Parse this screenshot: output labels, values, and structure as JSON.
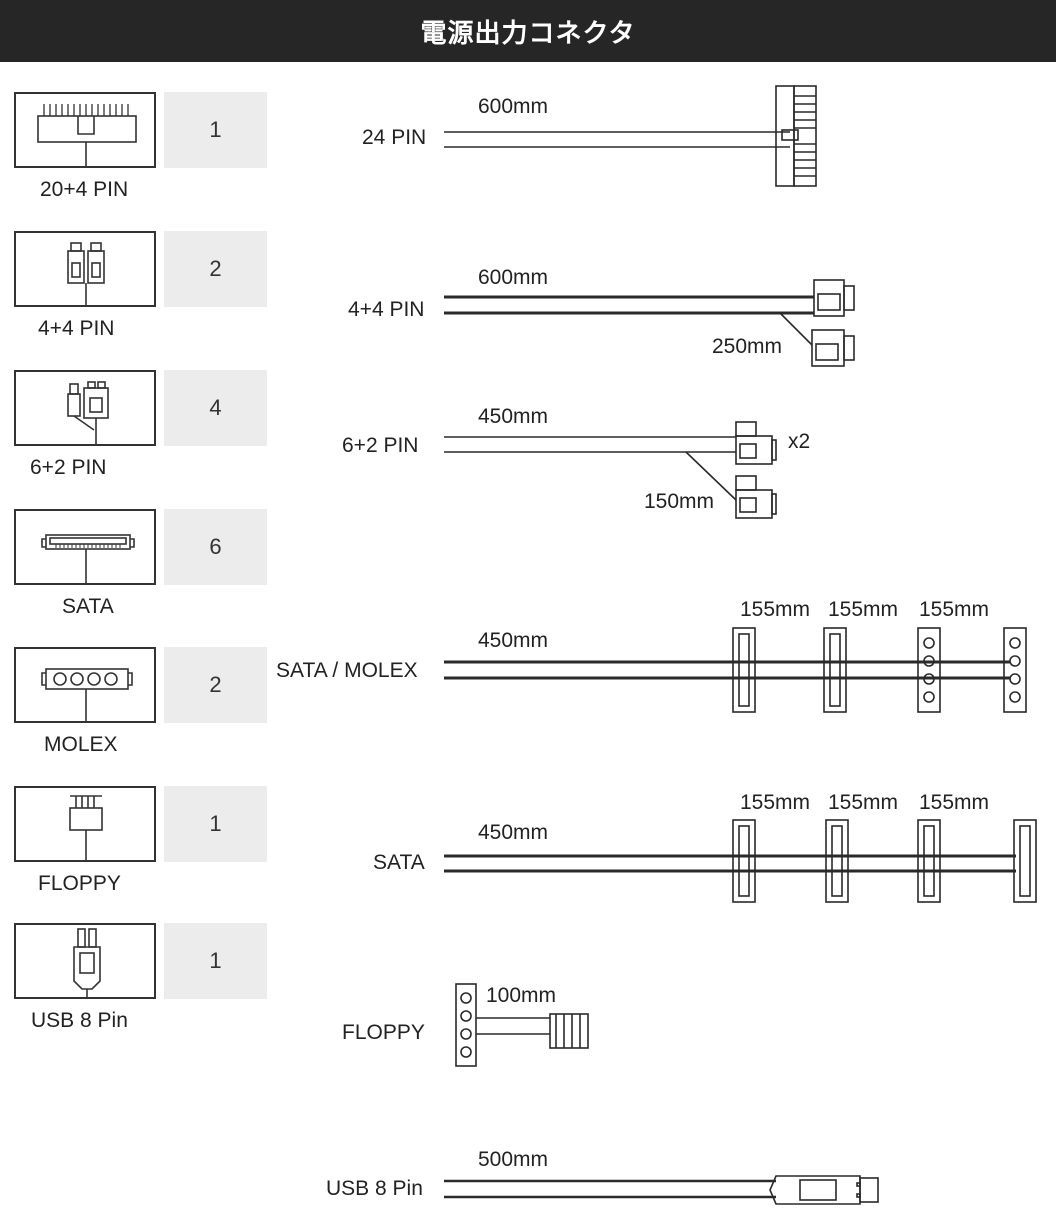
{
  "header": {
    "title": "電源出力コネクタ"
  },
  "connector_rows": [
    {
      "label": "20+4 PIN",
      "count": "1"
    },
    {
      "label": "4+4 PIN",
      "count": "2"
    },
    {
      "label": "6+2 PIN",
      "count": "4"
    },
    {
      "label": "SATA",
      "count": "6"
    },
    {
      "label": "MOLEX",
      "count": "2"
    },
    {
      "label": "FLOPPY",
      "count": "1"
    },
    {
      "label": "USB 8 Pin",
      "count": "1"
    }
  ],
  "cables": [
    {
      "name": "24 PIN",
      "lengths": [
        "600mm"
      ]
    },
    {
      "name": "4+4 PIN",
      "lengths": [
        "600mm",
        "250mm"
      ]
    },
    {
      "name": "6+2 PIN",
      "lengths": [
        "450mm",
        "150mm"
      ],
      "multiplier": "x2"
    },
    {
      "name": "SATA / MOLEX",
      "lengths": [
        "450mm",
        "155mm",
        "155mm",
        "155mm"
      ]
    },
    {
      "name": "SATA",
      "lengths": [
        "450mm",
        "155mm",
        "155mm",
        "155mm"
      ]
    },
    {
      "name": "FLOPPY",
      "lengths": [
        "100mm"
      ]
    },
    {
      "name": "USB 8 Pin",
      "lengths": [
        "500mm"
      ]
    }
  ]
}
